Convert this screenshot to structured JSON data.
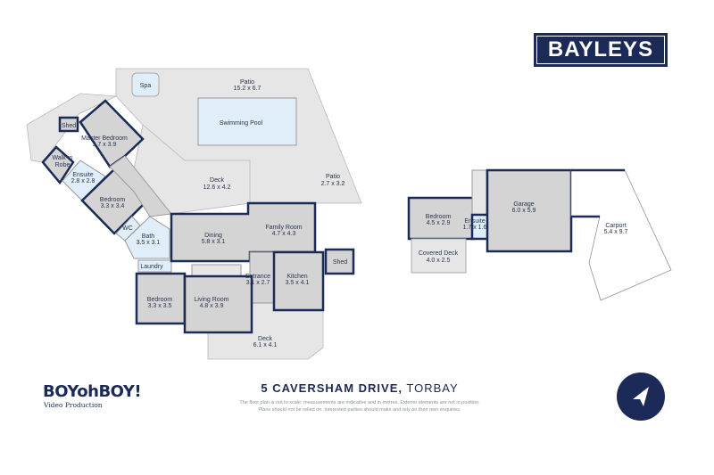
{
  "brand": {
    "name": "BAYLEYS",
    "color": "#1b2a57"
  },
  "producer": {
    "name": "BOYohBOY!",
    "subtitle": "Video Production"
  },
  "address": {
    "street": "5 CAVERSHAM DRIVE,",
    "suburb": "TORBAY"
  },
  "disclaimer": [
    "The floor plan is not to scale; measurements are indicative and in metres. Exterior elements are not in position.",
    "Plans should not be relied on. Interested parties should make and rely on their own enquiries."
  ],
  "compass_icon": "north-arrow-icon",
  "rooms": {
    "spa": {
      "name": "Spa"
    },
    "patio_main": {
      "name": "Patio",
      "size": "15.2 x 6.7"
    },
    "pool": {
      "name": "Swimming Pool"
    },
    "shed_small": {
      "name": "Shed"
    },
    "master": {
      "name": "Master Bedroom",
      "size": "3.7 x 3.9"
    },
    "robe": {
      "name": "Walk-in",
      "name2": "Robe"
    },
    "ensuite1": {
      "name": "Ensuite",
      "size": "2.8 x 2.8"
    },
    "bedroom1": {
      "name": "Bedroom",
      "size": "3.3 x 3.4"
    },
    "deck_main": {
      "name": "Deck",
      "size": "12.6 x 4.2"
    },
    "patio_small": {
      "name": "Patio",
      "size": "2.7 x 3.2"
    },
    "wc": {
      "name": "WC"
    },
    "bath": {
      "name": "Bath",
      "size": "3.5 x 3.1"
    },
    "dining": {
      "name": "Dining",
      "size": "5.8 x 3.1"
    },
    "family": {
      "name": "Family Room",
      "size": "4.7 x 4.3"
    },
    "laundry": {
      "name": "Laundry"
    },
    "shed_right": {
      "name": "Shed"
    },
    "entrance": {
      "name": "Entrance",
      "size": "3.1 x 2.7"
    },
    "kitchen": {
      "name": "Kitchen",
      "size": "3.5 x 4.1"
    },
    "bedroom2": {
      "name": "Bedroom",
      "size": "3.3 x 3.5"
    },
    "living": {
      "name": "Living Room",
      "size": "4.8 x 3.9"
    },
    "deck_front": {
      "name": "Deck",
      "size": "6.1 x 4.1"
    },
    "bedroom3": {
      "name": "Bedroom",
      "size": "4.5 x 2.9"
    },
    "ensuite2": {
      "name": "Ensuite",
      "size": "1.7 x 1.6"
    },
    "garage": {
      "name": "Garage",
      "size": "6.0 x 5.9"
    },
    "covered_deck": {
      "name": "Covered Deck",
      "size": "4.0 x 2.5"
    },
    "carport": {
      "name": "Carport",
      "size": "5.4 x 9.7"
    }
  }
}
